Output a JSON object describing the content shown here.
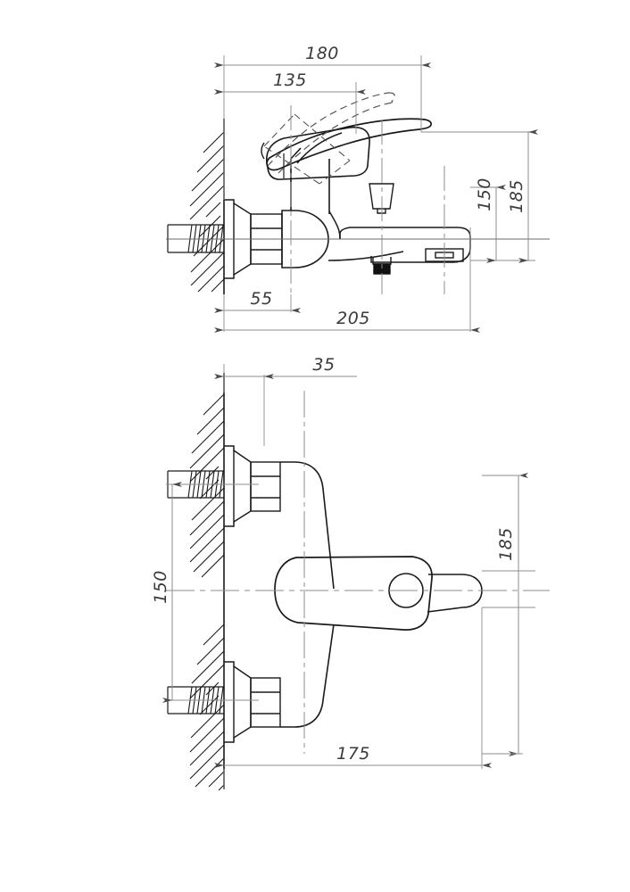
{
  "drawing": {
    "title": "Wall-mounted bath mixer tap dimensional drawing",
    "units": "mm",
    "background_color": "#ffffff",
    "line_color": "#1a1a1a",
    "dimension_line_color": "#8c8c8c",
    "dimension_text_color": "#3a3a3a",
    "views": [
      {
        "name": "side-elevation-view",
        "description": "Side section view of wall-mounted single-lever bath mixer with swivel spout and diverter"
      },
      {
        "name": "front-elevation-view",
        "description": "Front view of wall-mounted single-lever bath mixer showing handle and two eccentric wall connectors"
      }
    ],
    "dimensions": {
      "top_view": [
        {
          "id": "dim-180",
          "label": "180",
          "orientation": "horizontal",
          "position": "top"
        },
        {
          "id": "dim-135",
          "label": "135",
          "orientation": "horizontal",
          "position": "top"
        },
        {
          "id": "dim-185-top",
          "label": "185",
          "orientation": "vertical",
          "position": "right"
        },
        {
          "id": "dim-150-top",
          "label": "150",
          "orientation": "vertical",
          "position": "right"
        },
        {
          "id": "dim-55",
          "label": "55",
          "orientation": "horizontal",
          "position": "bottom"
        },
        {
          "id": "dim-205",
          "label": "205",
          "orientation": "horizontal",
          "position": "bottom"
        }
      ],
      "bottom_view": [
        {
          "id": "dim-35",
          "label": "35",
          "orientation": "horizontal",
          "position": "top"
        },
        {
          "id": "dim-185-bottom",
          "label": "185",
          "orientation": "vertical",
          "position": "right"
        },
        {
          "id": "dim-150-bottom",
          "label": "150",
          "orientation": "vertical",
          "position": "left"
        },
        {
          "id": "dim-175",
          "label": "175",
          "orientation": "horizontal",
          "position": "bottom"
        }
      ]
    },
    "labels": {
      "d180": "180",
      "d135": "135",
      "d185_top": "185",
      "d150_top": "150",
      "d55": "55",
      "d205": "205",
      "d35": "35",
      "d185_bottom": "185",
      "d150_bottom": "150",
      "d175": "175"
    }
  }
}
